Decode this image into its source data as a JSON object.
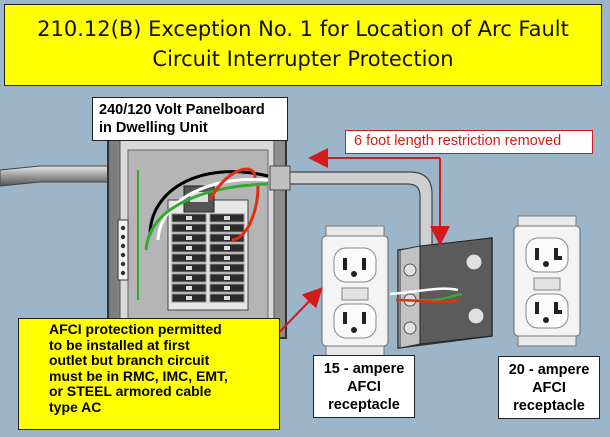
{
  "title": {
    "line1": "210.12(B) Exception No. 1 for Location of Arc Fault",
    "line2": "Circuit Interrupter Protection"
  },
  "panel_label": {
    "line1": "240/120 Volt Panelboard",
    "line2": "in Dwelling Unit"
  },
  "restriction_label": "6 foot length restriction removed",
  "afci_note": {
    "line1": "AFCI protection permitted",
    "line2": "to be installed  at first",
    "line3": "outlet but branch circuit",
    "line4": "must be in RMC, IMC, EMT,",
    "line5": "or STEEL armored cable",
    "line6": "type AC"
  },
  "receptacle_15": {
    "line1": "15 - ampere",
    "line2": "AFCI",
    "line3": "receptacle"
  },
  "receptacle_20": {
    "line1": "20 - ampere",
    "line2": "AFCI",
    "line3": "receptacle"
  },
  "colors": {
    "background": "#9cb5c9",
    "title_fill": "#ffff00",
    "arrow": "#d41a1a",
    "panel_body": "#a9a9a9",
    "conduit": "#c8c8c8"
  }
}
